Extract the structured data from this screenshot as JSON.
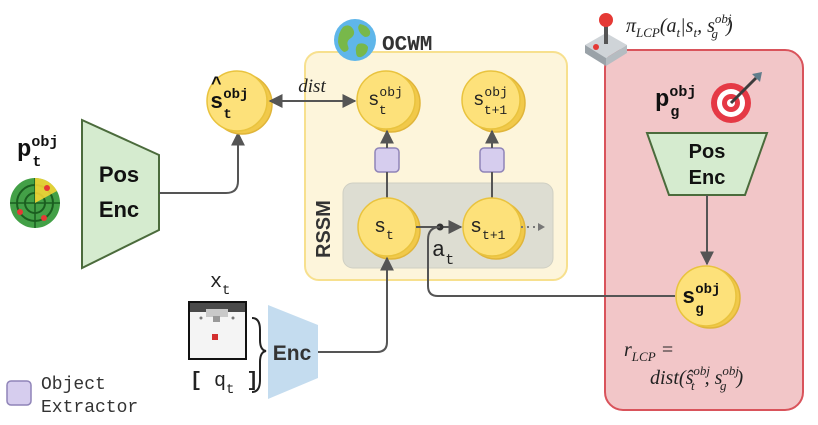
{
  "left": {
    "input_symbol": "p",
    "input_superscript": "obj",
    "input_subscript": "t",
    "encoder_line1": "Pos",
    "encoder_line2": "Enc"
  },
  "estimate": {
    "symbol": "s",
    "hat": "^",
    "superscript": "obj",
    "subscript": "t"
  },
  "dist_label": "dist",
  "ocwm": {
    "title": "OCWM",
    "rssm_label": "RSSM",
    "state_t": {
      "symbol": "s",
      "subscript": "t"
    },
    "state_t1": {
      "symbol": "s",
      "subscript": "t+1"
    },
    "obj_t": {
      "symbol": "s",
      "superscript": "obj",
      "subscript": "t"
    },
    "obj_t1": {
      "symbol": "s",
      "superscript": "obj",
      "subscript": "t+1"
    },
    "action": {
      "symbol": "a",
      "subscript": "t"
    }
  },
  "observation": {
    "image_label": "x",
    "image_subscript": "t",
    "proprio_label": "q",
    "proprio_subscript": "t",
    "encoder_label": "Enc"
  },
  "legend": {
    "line1": "Object",
    "line2": "Extractor"
  },
  "policy": {
    "pi": "π",
    "pi_subscript": "LCP",
    "args": "(a",
    "args_sub_t": "t",
    "given": "|s",
    "given_sub_t": "t",
    "comma": ", s",
    "goal_sup": "obj",
    "goal_sub": "g",
    "close": ")",
    "goal_symbol": "p",
    "goal_superscript": "obj",
    "goal_subscript": "g",
    "encoder_line1": "Pos",
    "encoder_line2": "Enc",
    "goal_state": {
      "symbol": "s",
      "superscript": "obj",
      "subscript": "g"
    },
    "reward_r": "r",
    "reward_sub": "LCP",
    "reward_eq": " =",
    "reward_dist": "dist(",
    "reward_s1": "ŝ",
    "reward_s1_sup": "obj",
    "reward_s1_sub": "t",
    "reward_mid": ", s",
    "reward_s2_sup": "obj",
    "reward_s2_sub": "g",
    "reward_close": ")"
  },
  "colors": {
    "ocwm_fill": "#fdf5db",
    "ocwm_stroke": "#f7e08e",
    "rssm_fill": "#ddddd2",
    "policy_fill": "#f2c6c8",
    "policy_stroke": "#d9535b",
    "encoder_fill": "#d5ebcf",
    "encoder_stroke": "#4b6b3c",
    "node_fill": "#fde17a",
    "node_stroke": "#e9c33e",
    "extractor_fill": "#d6cdee",
    "extractor_stroke": "#8f84b8",
    "image_encoder_fill": "#c4dcef"
  },
  "icons": [
    "radar-icon",
    "globe-icon",
    "joystick-icon",
    "target-icon",
    "robot-camera-image"
  ]
}
